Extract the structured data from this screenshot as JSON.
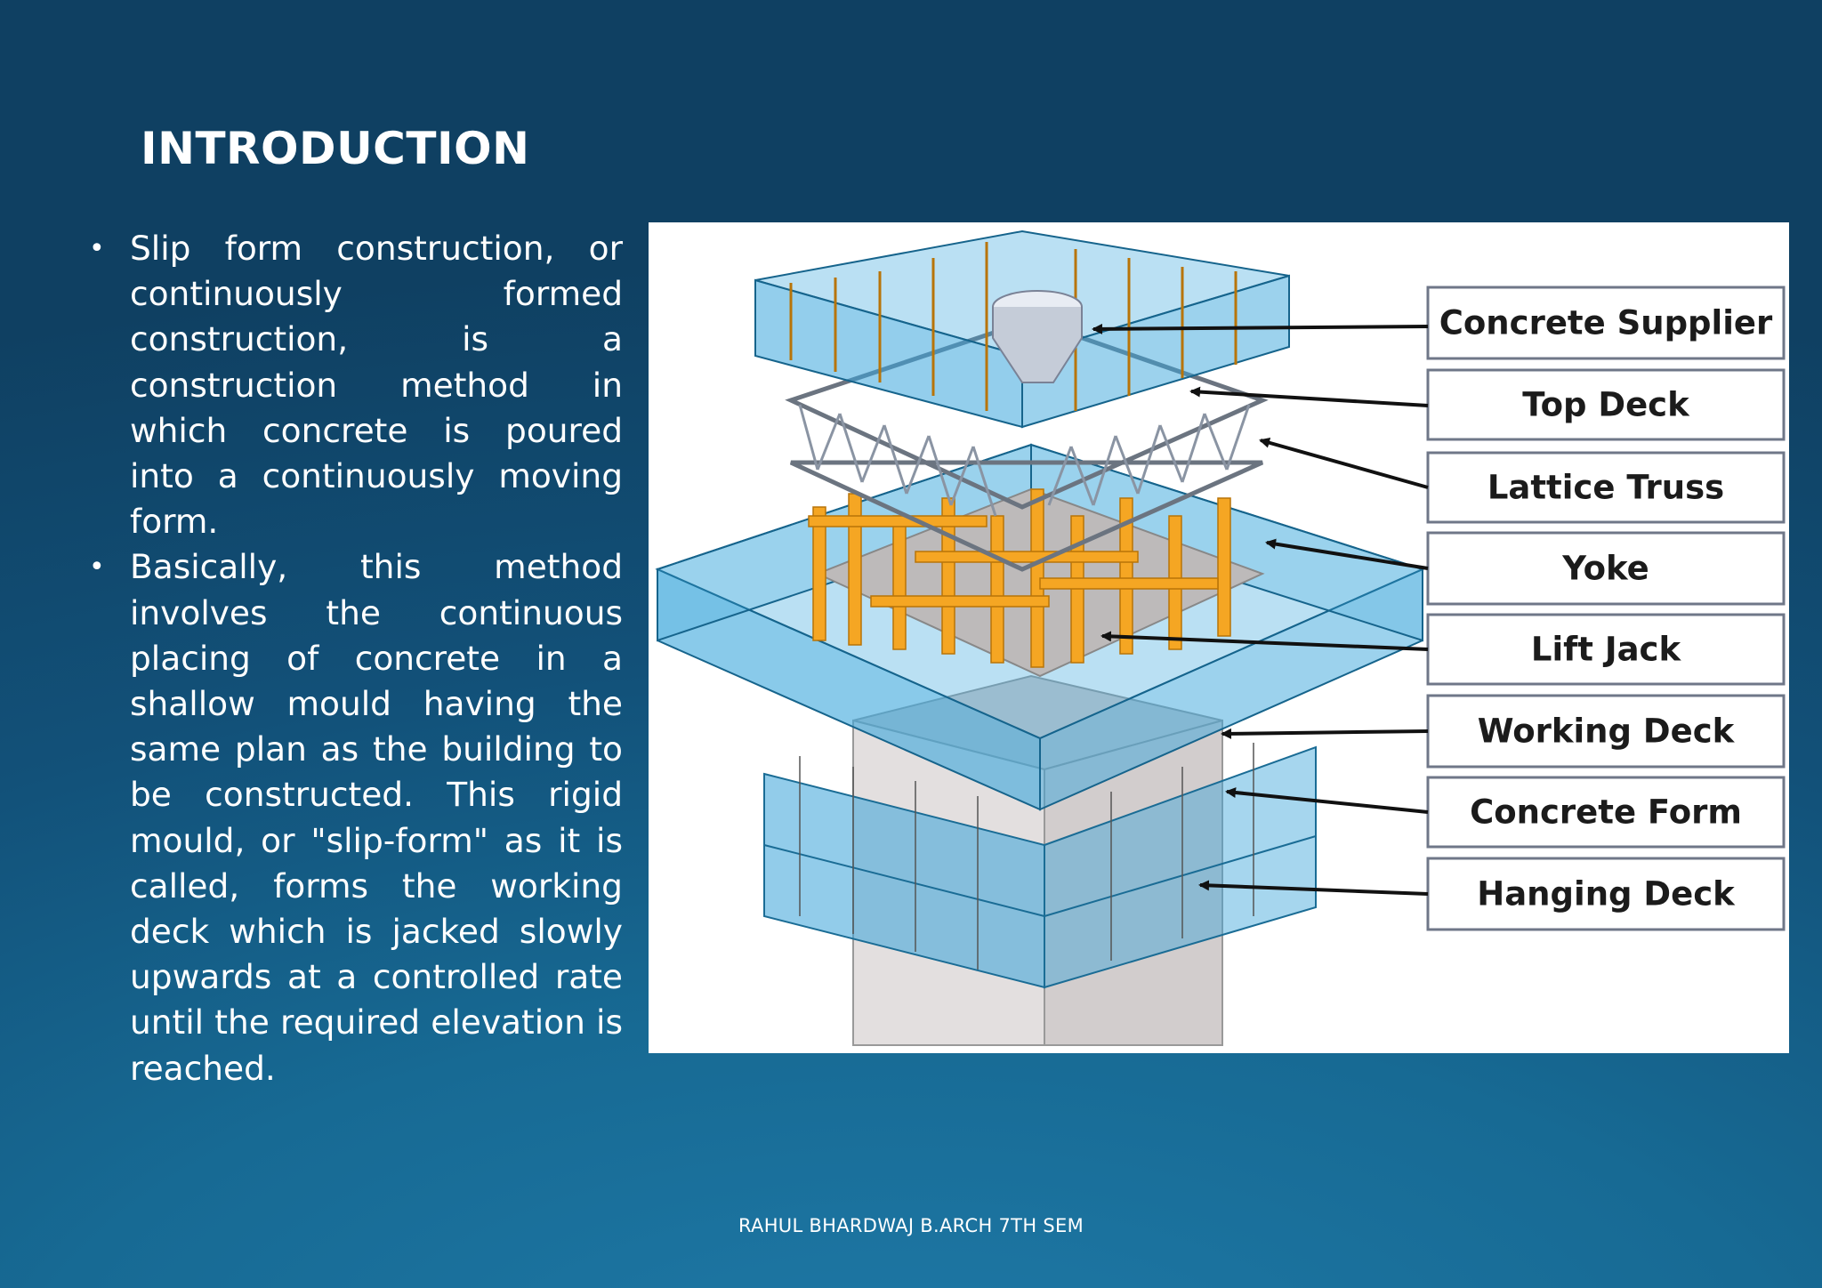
{
  "slide": {
    "title": "INTRODUCTION",
    "bullets": [
      "Slip form construction, or continuously formed construction, is a construction method in which concrete is poured into a continuously moving form.",
      "Basically, this method involves the continuous placing of concrete in a shallow mould having the same plan as the building to be constructed. This rigid mould, or \"slip-form\" as it is called, forms the working deck which is jacked slowly upwards at a controlled rate until the required elevation is reached."
    ],
    "footer": "RAHUL BHARDWAJ B.ARCH 7TH SEM"
  },
  "diagram": {
    "labels": [
      "Concrete Supplier",
      "Top Deck",
      "Lattice Truss",
      "Yoke",
      "Lift Jack",
      "Working Deck",
      "Concrete Form",
      "Hanging Deck"
    ],
    "colors": {
      "glass_blue": "#3aa6dc",
      "frame_orange": "#f5a623",
      "truss_gray": "#8a94a3",
      "core_gray": "#d9d6d6"
    }
  }
}
